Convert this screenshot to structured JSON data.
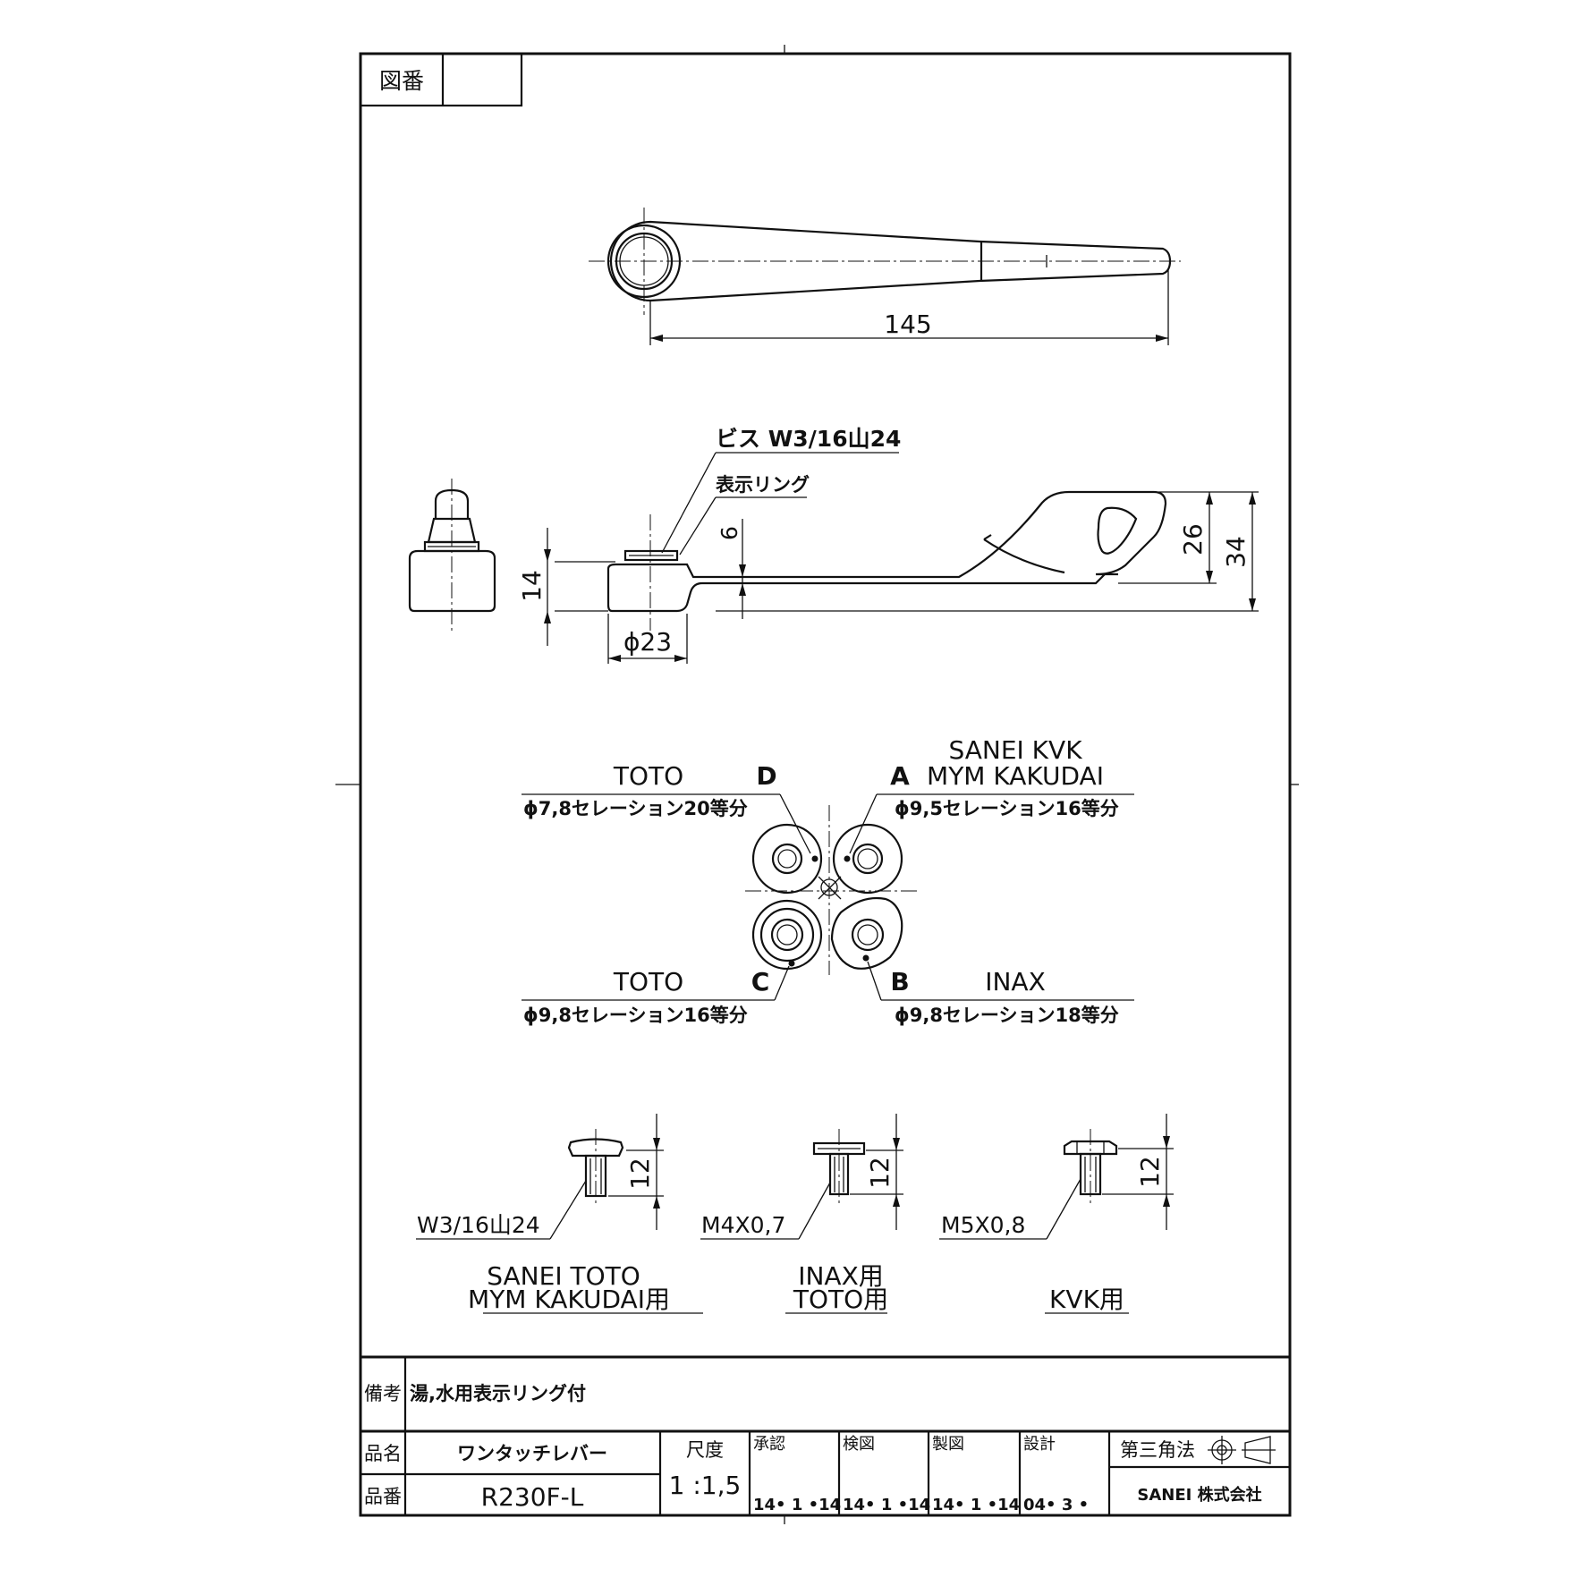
{
  "drawing_no_label": "図番",
  "drawing_no_value": "",
  "dimensions": {
    "length": "145",
    "screw_label": "ビス W3/16山24",
    "ring_label": "表示リング",
    "d6": "6",
    "d14": "14",
    "d26": "26",
    "d34": "34",
    "d23": "ϕ23"
  },
  "serrations": {
    "D": {
      "letter": "D",
      "maker": "TOTO",
      "spec": "ϕ7,8セレーション20等分"
    },
    "A": {
      "letter": "A",
      "maker1": "SANEI KVK",
      "maker2": "MYM KAKUDAI",
      "spec": "ϕ9,5セレーション16等分"
    },
    "C": {
      "letter": "C",
      "maker": "TOTO",
      "spec": "ϕ9,8セレーション16等分"
    },
    "B": {
      "letter": "B",
      "maker": "INAX",
      "spec": "ϕ9,8セレーション18等分"
    }
  },
  "screws": [
    {
      "dim": "12",
      "thread": "W3/16山24",
      "use1": "SANEI TOTO",
      "use2": "MYM KAKUDAI用"
    },
    {
      "dim": "12",
      "thread": "M4X0,7",
      "use1": "INAX用",
      "use2": "TOTO用"
    },
    {
      "dim": "12",
      "thread": "M5X0,8",
      "use1": "",
      "use2": "KVK用"
    }
  ],
  "title_block": {
    "remarks_label": "備考",
    "remarks_value": "湯,水用表示リング付",
    "name_label": "品名",
    "name_value": "ワンタッチレバー",
    "part_label": "品番",
    "part_value": "R230F-L",
    "scale_label": "尺度",
    "scale_value": "1 :1,5",
    "approved_label": "承認",
    "approved_date": "14• 1 •14",
    "checked_label": "検図",
    "checked_date": "14• 1 •14",
    "drawn_label": "製図",
    "drawn_date": "14• 1 •14",
    "design_label": "設計",
    "design_date": "04• 3 •",
    "projection_label": "第三角法",
    "company": "SANEI 株式会社"
  }
}
